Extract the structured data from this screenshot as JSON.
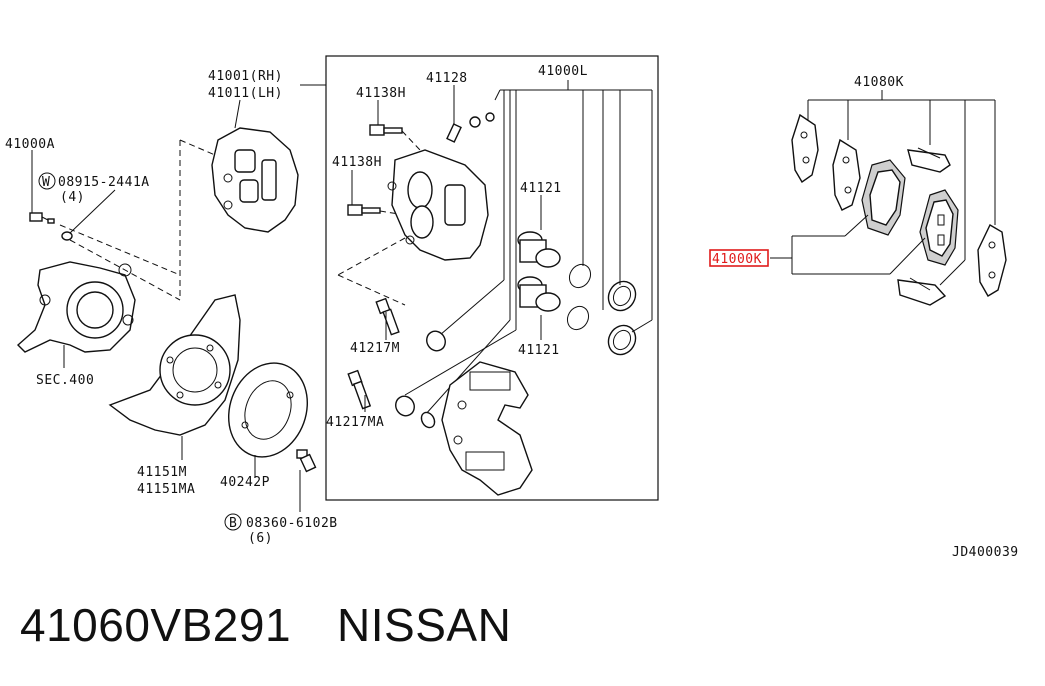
{
  "labels": {
    "caliper_rh": "41001(RH)",
    "caliper_lh": "41011(LH)",
    "knuckle_part": "41000A",
    "washer_part": "08915-2441A",
    "washer_qty": "(4)",
    "sec": "SEC.400",
    "bolt_h_top": "41138H",
    "bolt_h_mid": "41138H",
    "bleeder": "41128",
    "caliper_l": "41000L",
    "piston_top": "41121",
    "piston_bottom": "41121",
    "pin_m": "41217M",
    "pin_ma": "41217MA",
    "plate_m": "41151M",
    "plate_ma": "41151MA",
    "shield": "40242P",
    "bolt_b": "08360-6102B",
    "bolt_b_qty": "(6)",
    "pad_kit": "41080K",
    "pad_set_highlight": "41000K",
    "diagram_code": "JD400039",
    "washer_symbol": "W",
    "bolt_symbol": "B"
  },
  "caption": {
    "part_number": "41060VB291",
    "brand": "NISSAN"
  },
  "colors": {
    "highlight": "#e01b1b",
    "ink": "#111111"
  }
}
